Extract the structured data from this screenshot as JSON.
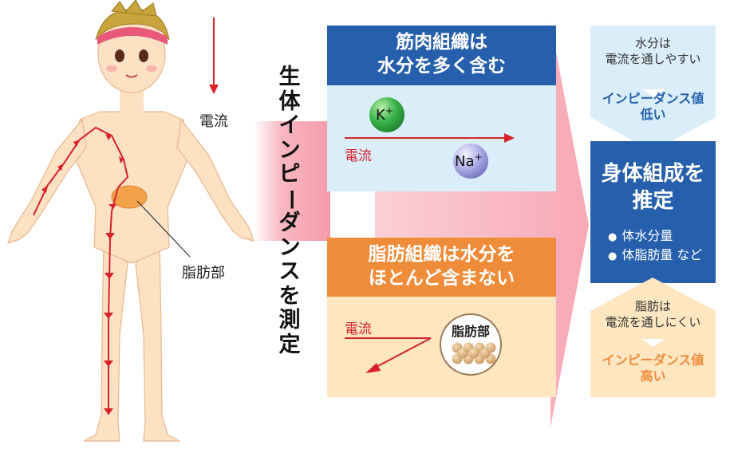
{
  "body_labels": {
    "current": "電流",
    "fat_part": "脂肪部"
  },
  "vertical_title": "生体インピーダンスを測定",
  "muscle_box": {
    "title_line1": "筋肉組織は",
    "title_line2": "水分を多く含む",
    "ion_k": "K",
    "ion_na": "Na",
    "ion_sup": "+",
    "current_label": "電流"
  },
  "fat_box": {
    "title_line1": "脂肪組織は水分を",
    "title_line2": "ほとんど含まない",
    "current_label": "電流",
    "fat_cell_label": "脂肪部"
  },
  "right_top": {
    "line1": "水分は",
    "line2": "電流を通しやすい",
    "strong1": "インピーダンス値",
    "strong2": "低い"
  },
  "right_center": {
    "line1": "身体組成を",
    "line2": "推定",
    "bullets": [
      "体水分量",
      "体脂肪量  など"
    ]
  },
  "right_bottom": {
    "line1": "脂肪は",
    "line2": "電流を通しにくい",
    "strong1": "インピーダンス値",
    "strong2": "高い"
  },
  "colors": {
    "blue": "#2660ad",
    "orange": "#ef8c3a",
    "red": "#d7222a",
    "skin": "#fde1c3",
    "light_blue": "#d9eef9",
    "light_orange": "#fde6c0",
    "pink": "#f6a7b3"
  }
}
